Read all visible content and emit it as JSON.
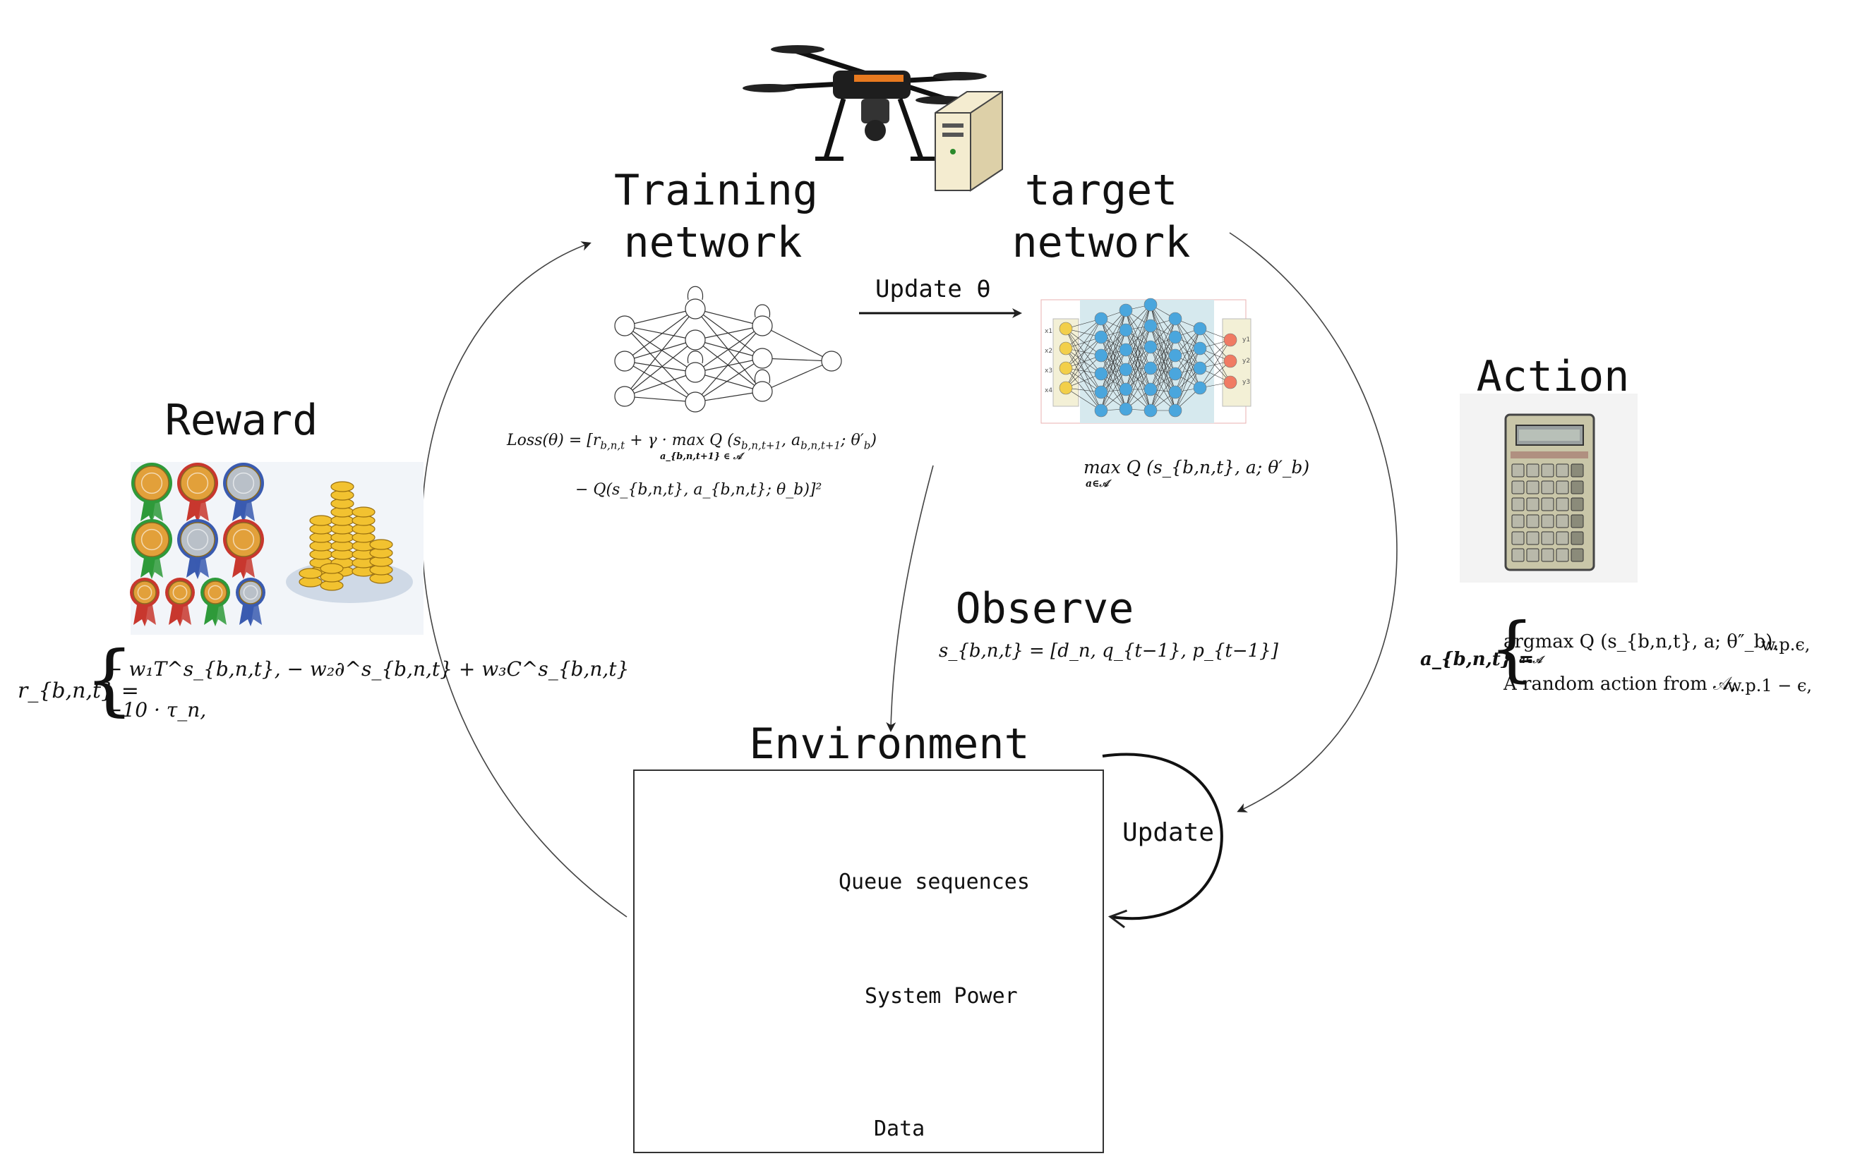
{
  "nodes": {
    "training": {
      "line1": "Training",
      "line2": "network"
    },
    "target": {
      "line1": "target",
      "line2": "network"
    },
    "action": {
      "label": "Action"
    },
    "reward": {
      "label": "Reward"
    },
    "observe": {
      "label": "Observe"
    },
    "environment": {
      "label": "Environment"
    }
  },
  "edges": {
    "update_theta": "Update θ",
    "update": "Update"
  },
  "environment_items": {
    "queue": "Queue sequences",
    "power": "System Power",
    "data": "Data"
  },
  "equations": {
    "loss_line1_a": "Loss(θ) = [r",
    "loss_line1_sub": "b,n,t",
    "loss_line1_b": " + γ · max Q (s",
    "loss_line1_sub2": "b,n,t+1",
    "loss_line1_c": ", a",
    "loss_line1_sub3": "b,n,t+1",
    "loss_line1_d": "; θ′",
    "loss_line1_sub4": "b",
    "loss_line1_e": ")",
    "loss_max_sub": "a_{b,n,t+1} ∈ 𝒜",
    "loss_line2": "− Q(s_{b,n,t}, a_{b,n,t}; θ_b)]²",
    "target_eq": "max Q (s_{b,n,t}, a; θ′_b)",
    "target_eq_sub": "a∈𝒜",
    "observe_eq": "s_{b,n,t} = [d_n, q_{t−1}, p_{t−1}]",
    "reward_lhs": "r_{b,n,t} =",
    "reward_case1": "− w₁T^s_{b,n,t}, − w₂∂^s_{b,n,t} + w₃C^s_{b,n,t}",
    "reward_case2": "−10 · τ_n,",
    "action_lhs": "a_{b,n,t} =",
    "action_case1": "argmax Q (s_{b,n,t}, a; θ″_b),",
    "action_case1_sub": "a∈𝒜",
    "action_case1_cond": "w.p.ϵ,",
    "action_case2": "A random action from 𝒜,",
    "action_case2_cond": "w.p.1 − ϵ,"
  },
  "colors": {
    "arrow": "#222222",
    "nn_node_yellow": "#f2cf4a",
    "nn_node_blue": "#4aa6dd",
    "nn_node_red": "#f07b63",
    "nn_bg": "#d6e9ee",
    "battery_red": "#d81818",
    "battery_brown": "#a05a1e",
    "battery_yellow": "#f5c800",
    "battery_green": "#1fa51f",
    "drone_orange": "#e87a1f"
  },
  "icons": [
    "drone-icon",
    "server-icon",
    "calculator-icon",
    "medal-icon",
    "coins-icon",
    "database-stack-icon",
    "battery-cycle-icon",
    "battery-level-icon",
    "robot-icon",
    "clapperboard-icon",
    "document-icon"
  ]
}
